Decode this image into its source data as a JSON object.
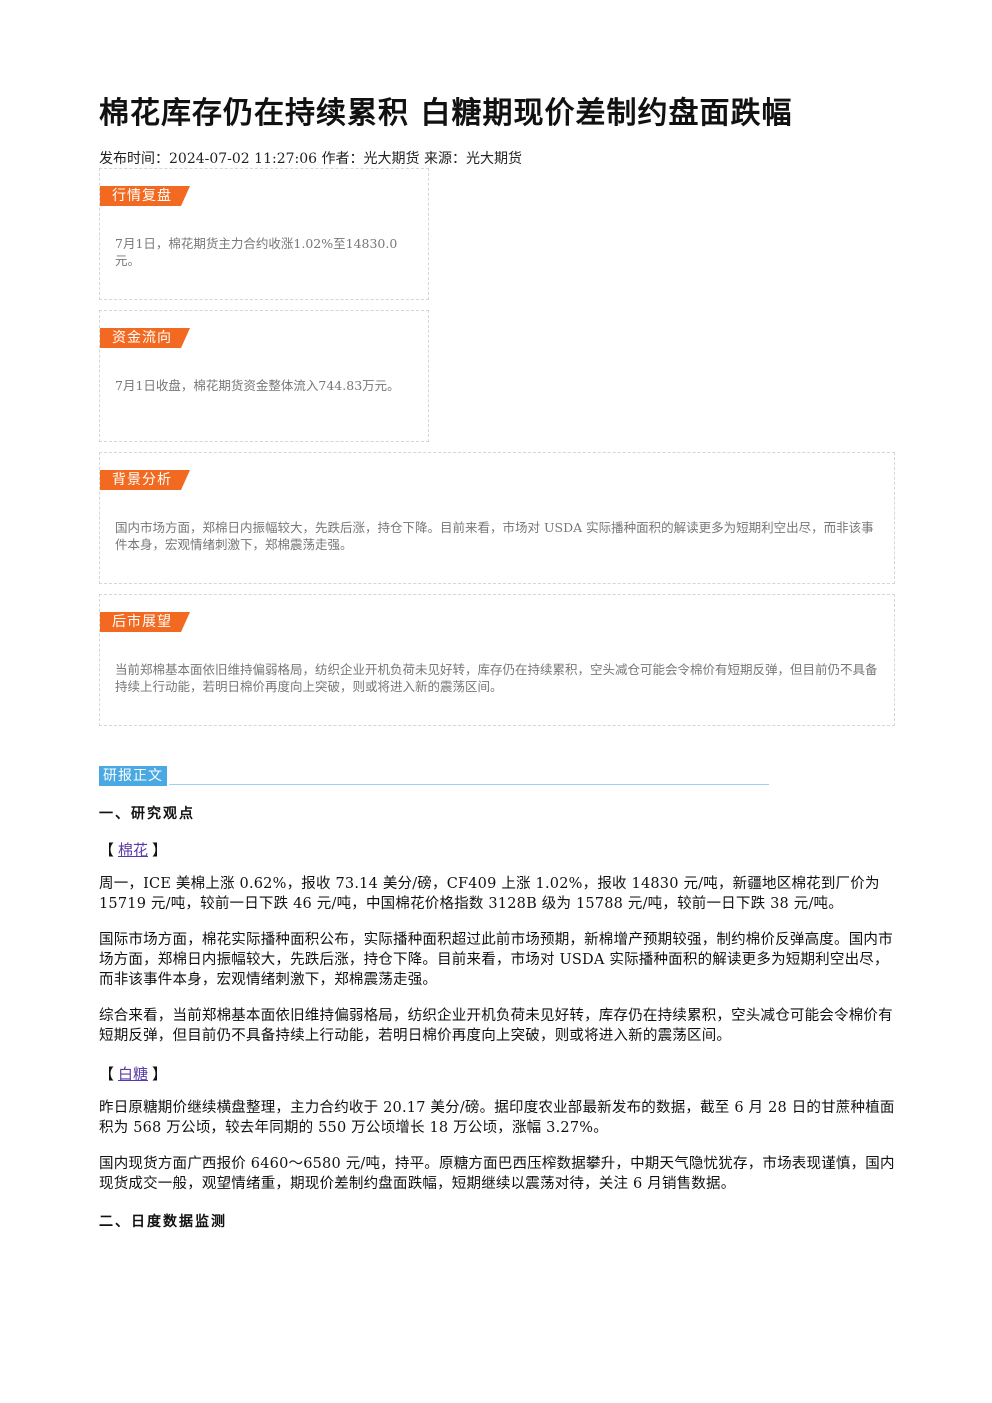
{
  "article": {
    "title": "棉花库存仍在持续累积 白糖期现价差制约盘面跌幅",
    "meta": "发布时间：2024-07-02 11:27:06 作者：光大期货 来源：光大期货"
  },
  "cards": [
    {
      "tag": "行情复盘",
      "text": "7月1日，棉花期货主力合约收涨1.02%至14830.0元。"
    },
    {
      "tag": "资金流向",
      "text": "7月1日收盘，棉花期货资金整体流入744.83万元。"
    },
    {
      "tag": "背景分析",
      "text": "国内市场方面，郑棉日内振幅较大，先跌后涨，持仓下降。目前来看，市场对 USDA 实际播种面积的解读更多为短期利空出尽，而非该事件本身，宏观情绪刺激下，郑棉震荡走强。"
    },
    {
      "tag": "后市展望",
      "text": "当前郑棉基本面依旧维持偏弱格局，纺织企业开机负荷未见好转，库存仍在持续累积，空头减仓可能会令棉价有短期反弹，但目前仍不具备持续上行动能，若明日棉价再度向上突破，则或将进入新的震荡区间。"
    }
  ],
  "report": {
    "tag": "研报正文",
    "section1": "一、研究观点",
    "bracket_open": "【",
    "bracket_close": "】",
    "cotton_link": "棉花",
    "cotton_paras": [
      "周一，ICE 美棉上涨 0.62%，报收 73.14 美分/磅，CF409 上涨 1.02%，报收 14830 元/吨，新疆地区棉花到厂价为 15719 元/吨，较前一日下跌 46 元/吨，中国棉花价格指数 3128B 级为 15788 元/吨，较前一日下跌 38 元/吨。",
      "国际市场方面，棉花实际播种面积公布，实际播种面积超过此前市场预期，新棉增产预期较强，制约棉价反弹高度。国内市场方面，郑棉日内振幅较大，先跌后涨，持仓下降。目前来看，市场对 USDA 实际播种面积的解读更多为短期利空出尽，而非该事件本身，宏观情绪刺激下，郑棉震荡走强。",
      "综合来看，当前郑棉基本面依旧维持偏弱格局，纺织企业开机负荷未见好转，库存仍在持续累积，空头减仓可能会令棉价有短期反弹，但目前仍不具备持续上行动能，若明日棉价再度向上突破，则或将进入新的震荡区间。"
    ],
    "sugar_link": "白糖",
    "sugar_paras": [
      "昨日原糖期价继续横盘整理，主力合约收于 20.17 美分/磅。据印度农业部最新发布的数据，截至 6 月 28 日的甘蔗种植面积为 568 万公顷，较去年同期的 550 万公顷增长 18 万公顷，涨幅 3.27%。",
      "国内现货方面广西报价 6460～6580 元/吨，持平。原糖方面巴西压榨数据攀升，中期天气隐忧犹存，市场表现谨慎，国内现货成交一般，观望情绪重，期现价差制约盘面跌幅，短期继续以震荡对待，关注 6 月销售数据。"
    ],
    "section2": "二、日度数据监测"
  }
}
